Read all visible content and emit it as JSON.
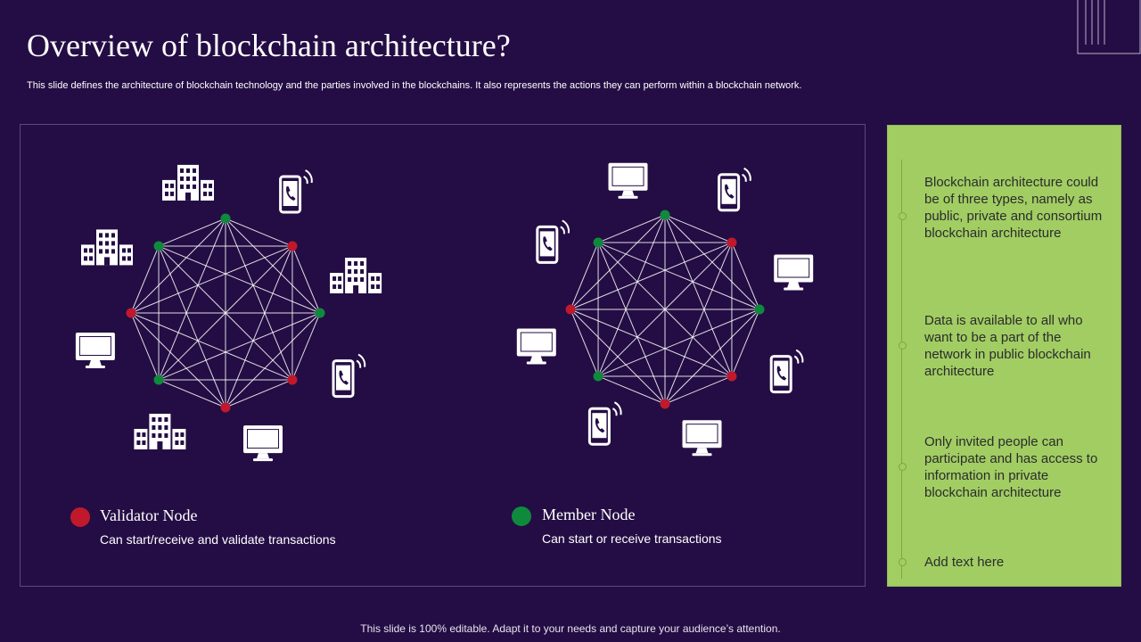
{
  "slide": {
    "title": "Overview of blockchain architecture?",
    "subtitle": "This slide defines the architecture of blockchain technology and the parties involved in the blockchains. It also represents the actions they can perform within a blockchain network.",
    "footer": "This slide is 100% editable. Adapt it to your needs and capture your audience’s attention."
  },
  "colors": {
    "background": "#240d44",
    "validator": "#c0192c",
    "member": "#0f8a3c",
    "panel": "#a1cd63"
  },
  "legend": [
    {
      "title": "Validator Node",
      "description": "Can start/receive and validate transactions",
      "color": "#c0192c"
    },
    {
      "title": "Member Node",
      "description": "Can start or receive transactions",
      "color": "#0f8a3c"
    }
  ],
  "networks": [
    {
      "nodes": [
        "member",
        "validator",
        "member",
        "validator",
        "validator",
        "member",
        "validator",
        "member"
      ],
      "icons": [
        "building-icon",
        "phone-icon",
        "building-icon",
        "phone-icon",
        "monitor-icon",
        "building-icon",
        "monitor-icon",
        "building-icon"
      ]
    },
    {
      "nodes": [
        "member",
        "validator",
        "member",
        "validator",
        "validator",
        "member",
        "validator",
        "member"
      ],
      "icons": [
        "monitor-icon",
        "phone-icon",
        "monitor-icon",
        "phone-icon",
        "monitor-icon",
        "phone-icon",
        "monitor-icon",
        "phone-icon"
      ]
    }
  ],
  "info": [
    "Blockchain architecture could be of three types, namely as public, private and consortium blockchain architecture",
    "Data is available to all who want to be a part of the network in public blockchain architecture",
    "Only invited people can participate and has access to information in private blockchain architecture",
    "Add text here"
  ]
}
